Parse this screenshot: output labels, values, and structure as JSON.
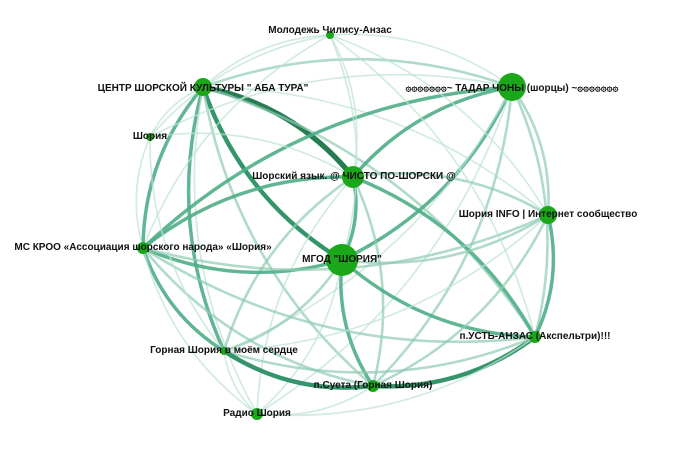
{
  "graph": {
    "node_color": "#1aa81a",
    "edge_colors": [
      "#bfe3d6",
      "#8fcbb3",
      "#4fae87",
      "#1f8a5a",
      "#0f6e3e"
    ],
    "nodes": [
      {
        "id": "molodezh",
        "label": "Молодежь Чилису-Анзас",
        "weight": 1
      },
      {
        "id": "aba_tura",
        "label": "ЦЕНТР ШОРСКОЙ КУЛЬТУРЫ \" АБА ТУРА\"",
        "weight": 3
      },
      {
        "id": "tadar",
        "label": "۞۞۞۞۞۞۞~ ТАДАР ЧОНЫ (шорцы) ~۞۞۞۞۞۞۞",
        "weight": 5
      },
      {
        "id": "shoriya",
        "label": "Шория",
        "weight": 1
      },
      {
        "id": "yazyk",
        "label": "Шорский язык. @ ЧИСТО ПО-ШОРСКИ @",
        "weight": 4
      },
      {
        "id": "info",
        "label": "Шория INFO | Интернет сообщество",
        "weight": 3
      },
      {
        "id": "kroo",
        "label": "МС КРОО «Ассоциация шорского народа» «Шория»",
        "weight": 2
      },
      {
        "id": "mgod",
        "label": "МГОД \"ШОРИЯ\"",
        "weight": 6
      },
      {
        "id": "ust_anzas",
        "label": "п.УСТЬ-АНЗАС (Акспельтри)!!!",
        "weight": 2
      },
      {
        "id": "gornaya",
        "label": "Горная Шория в моём сердце",
        "weight": 1
      },
      {
        "id": "sueta",
        "label": "п.Суета (Горная Шория)",
        "weight": 2
      },
      {
        "id": "radio",
        "label": "Радио Шория",
        "weight": 2
      }
    ],
    "edges": [
      [
        "aba_tura",
        "yazyk",
        5
      ],
      [
        "aba_tura",
        "mgod",
        4
      ],
      [
        "aba_tura",
        "kroo",
        3
      ],
      [
        "aba_tura",
        "tadar",
        2
      ],
      [
        "aba_tura",
        "gornaya",
        3
      ],
      [
        "aba_tura",
        "sueta",
        2
      ],
      [
        "aba_tura",
        "ust_anzas",
        2
      ],
      [
        "aba_tura",
        "info",
        1
      ],
      [
        "aba_tura",
        "molodezh",
        1
      ],
      [
        "aba_tura",
        "shoriya",
        1
      ],
      [
        "aba_tura",
        "radio",
        1
      ],
      [
        "tadar",
        "yazyk",
        3
      ],
      [
        "tadar",
        "mgod",
        3
      ],
      [
        "tadar",
        "info",
        2
      ],
      [
        "tadar",
        "kroo",
        3
      ],
      [
        "tadar",
        "sueta",
        2
      ],
      [
        "tadar",
        "ust_anzas",
        2
      ],
      [
        "tadar",
        "gornaya",
        1
      ],
      [
        "tadar",
        "molodezh",
        1
      ],
      [
        "tadar",
        "radio",
        1
      ],
      [
        "yazyk",
        "mgod",
        3
      ],
      [
        "yazyk",
        "kroo",
        3
      ],
      [
        "yazyk",
        "info",
        2
      ],
      [
        "yazyk",
        "ust_anzas",
        3
      ],
      [
        "yazyk",
        "sueta",
        2
      ],
      [
        "yazyk",
        "gornaya",
        2
      ],
      [
        "yazyk",
        "molodezh",
        1
      ],
      [
        "yazyk",
        "shoriya",
        1
      ],
      [
        "yazyk",
        "radio",
        1
      ],
      [
        "mgod",
        "kroo",
        3
      ],
      [
        "mgod",
        "ust_anzas",
        3
      ],
      [
        "mgod",
        "sueta",
        3
      ],
      [
        "mgod",
        "gornaya",
        2
      ],
      [
        "mgod",
        "info",
        2
      ],
      [
        "mgod",
        "radio",
        1
      ],
      [
        "mgod",
        "molodezh",
        1
      ],
      [
        "kroo",
        "gornaya",
        3
      ],
      [
        "kroo",
        "sueta",
        2
      ],
      [
        "kroo",
        "info",
        2
      ],
      [
        "kroo",
        "ust_anzas",
        2
      ],
      [
        "kroo",
        "shoriya",
        1
      ],
      [
        "kroo",
        "radio",
        1
      ],
      [
        "info",
        "ust_anzas",
        3
      ],
      [
        "info",
        "sueta",
        2
      ],
      [
        "info",
        "molodezh",
        1
      ],
      [
        "info",
        "gornaya",
        1
      ],
      [
        "ust_anzas",
        "sueta",
        4
      ],
      [
        "ust_anzas",
        "gornaya",
        2
      ],
      [
        "ust_anzas",
        "radio",
        1
      ],
      [
        "gornaya",
        "sueta",
        4
      ],
      [
        "gornaya",
        "radio",
        1
      ],
      [
        "sueta",
        "radio",
        1
      ],
      [
        "molodezh",
        "ust_anzas",
        1
      ],
      [
        "molodezh",
        "shoriya",
        1
      ],
      [
        "molodezh",
        "kroo",
        1
      ],
      [
        "shoriya",
        "gornaya",
        1
      ],
      [
        "shoriya",
        "tadar",
        1
      ]
    ]
  }
}
